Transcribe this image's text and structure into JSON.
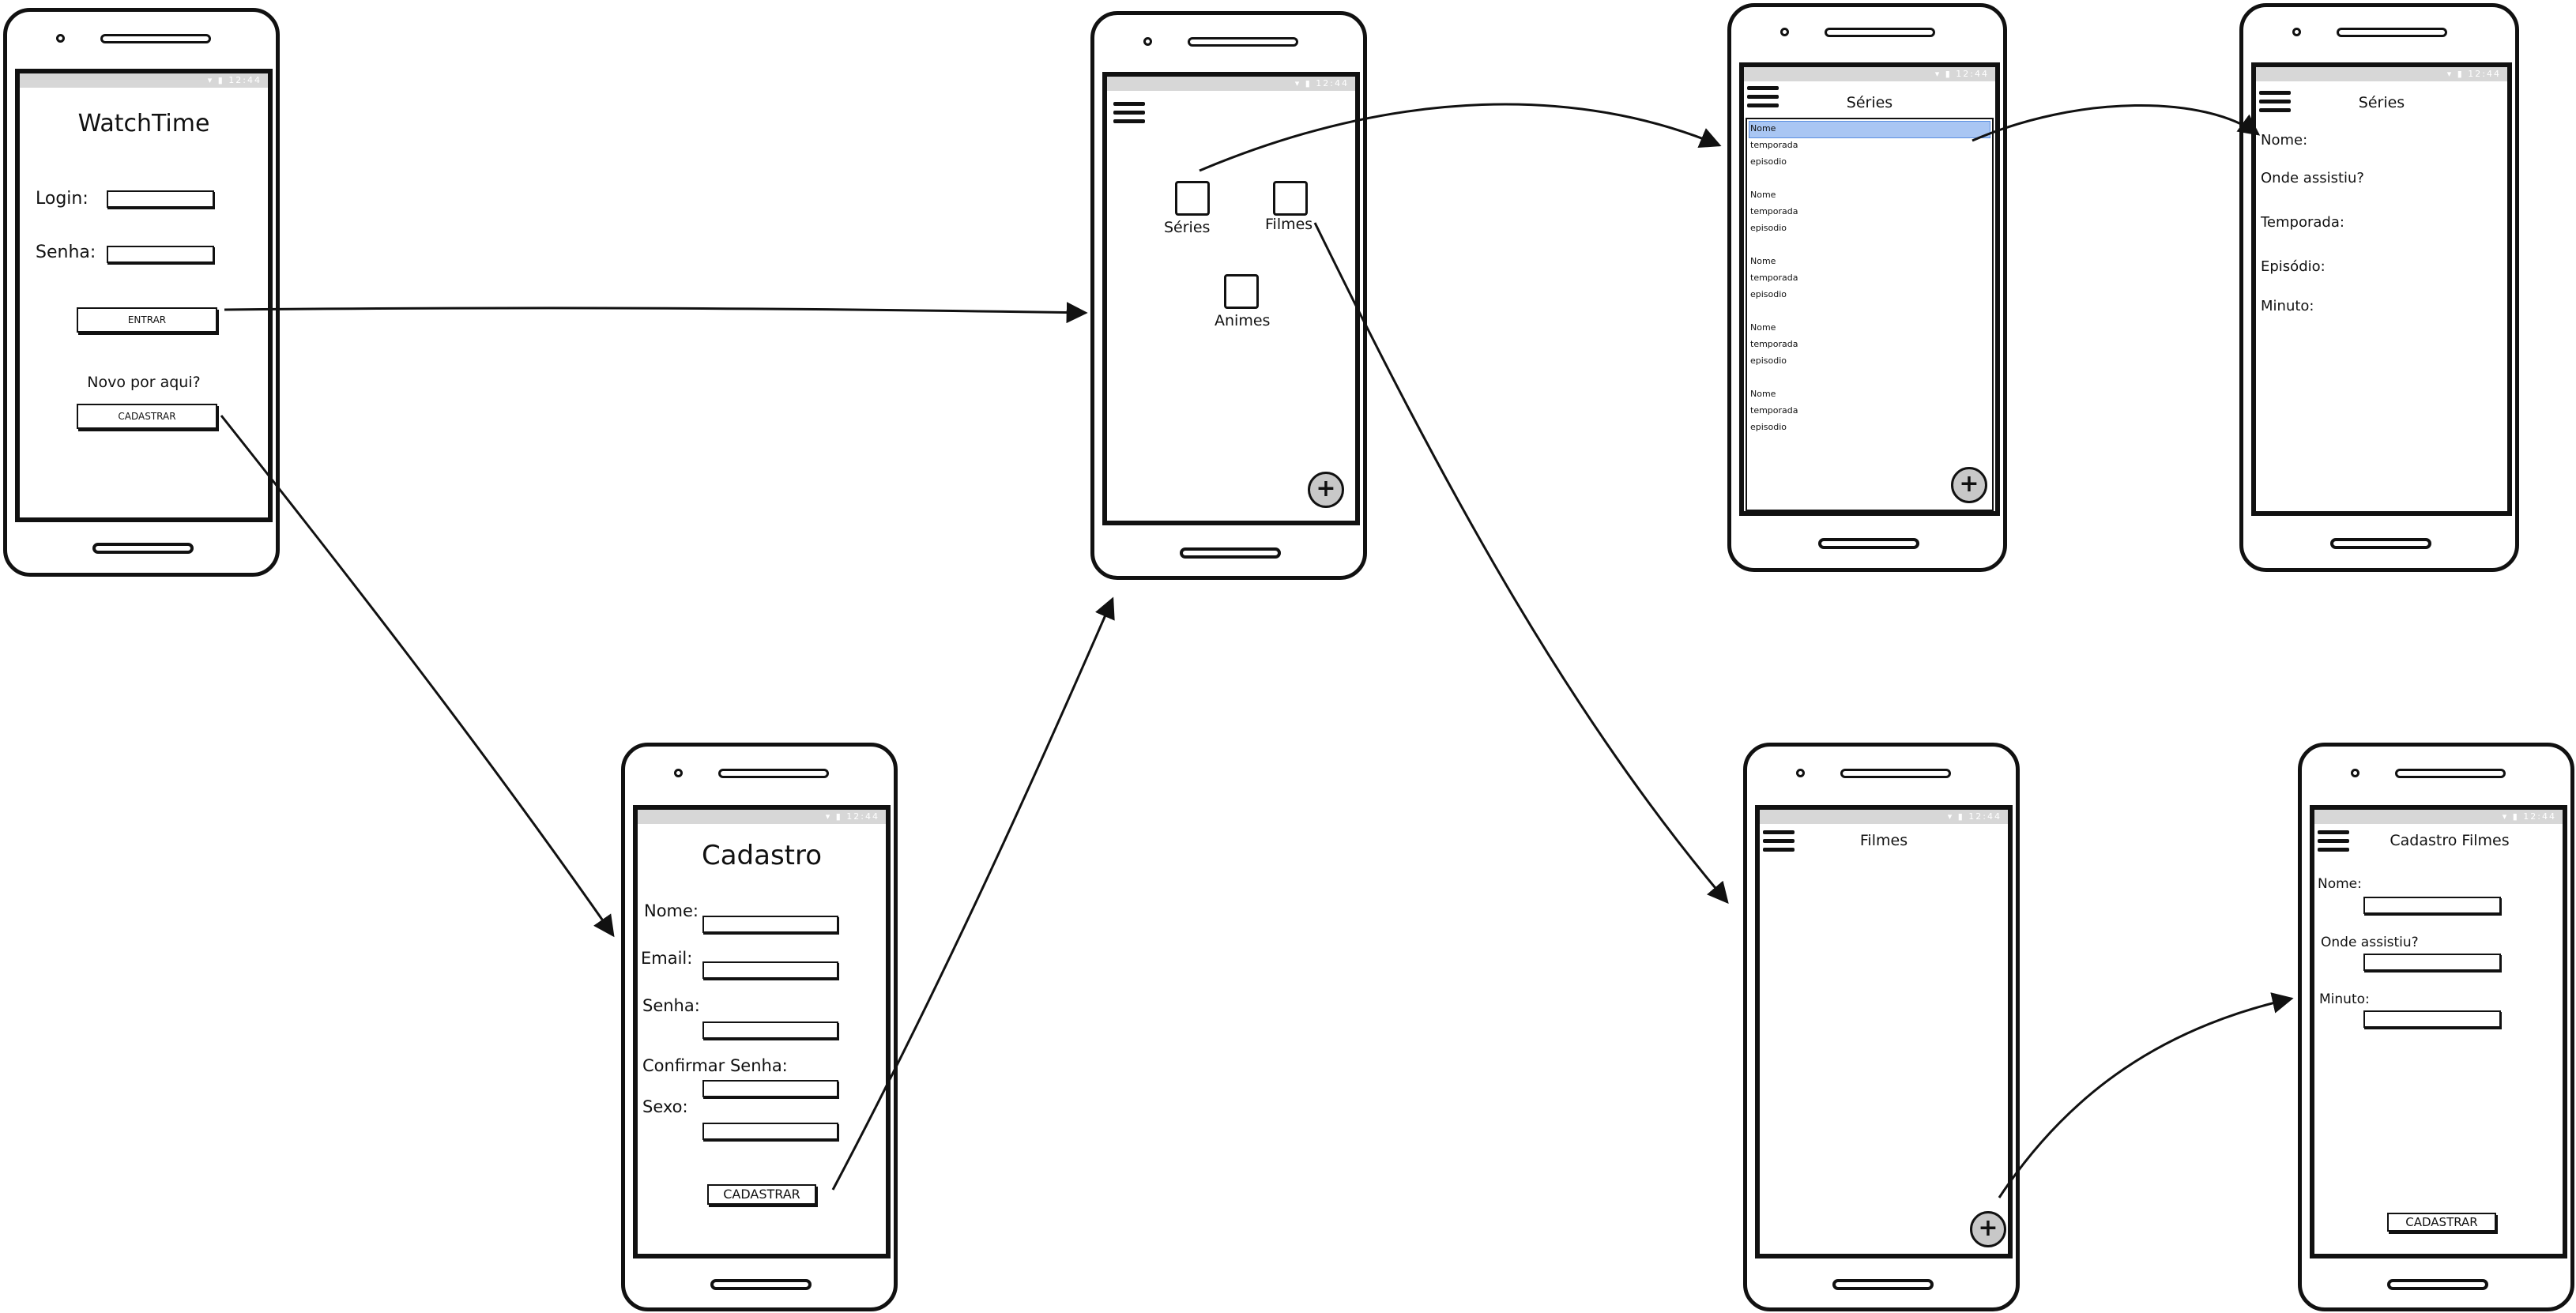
{
  "login_screen": {
    "title": "WatchTime",
    "login_label": "Login:",
    "senha_label": "Senha:",
    "enter_button": "ENTRAR",
    "new_here": "Novo por aqui?",
    "register_button": "CADASTRAR"
  },
  "home_screen": {
    "series_label": "Séries",
    "filmes_label": "Filmes",
    "animes_label": "Animes",
    "fab_icon": "plus-icon"
  },
  "series_list_screen": {
    "title": "Séries",
    "items": [
      {
        "nome": "Nome",
        "temporada": "temporada",
        "episodio": "episodio"
      },
      {
        "nome": "Nome",
        "temporada": "temporada",
        "episodio": "episodio"
      },
      {
        "nome": "Nome",
        "temporada": "temporada",
        "episodio": "episodio"
      },
      {
        "nome": "Nome",
        "temporada": "temporada",
        "episodio": "episodio"
      },
      {
        "nome": "Nome",
        "temporada": "temporada",
        "episodio": "episodio"
      }
    ]
  },
  "series_detail_screen": {
    "title": "Séries",
    "nome": "Nome:",
    "onde": "Onde assistiu?",
    "temporada": "Temporada:",
    "episodio": "Episódio:",
    "minuto": "Minuto:"
  },
  "cadastro_screen": {
    "title": "Cadastro",
    "nome": "Nome:",
    "email": "Email:",
    "senha": "Senha:",
    "confirmar": "Confirmar Senha:",
    "sexo": "Sexo:",
    "button": "CADASTRAR"
  },
  "filmes_screen": {
    "title": "Filmes"
  },
  "cadastro_filmes_screen": {
    "title": "Cadastro Filmes",
    "nome": "Nome:",
    "onde": "Onde assistiu?",
    "minuto": "Minuto:",
    "button": "CADASTRAR"
  },
  "colors": {
    "ink": "#111111",
    "status_bar": "#d7d7d7",
    "selected_row": "#a9c6f3",
    "fab": "#c8c8c8"
  }
}
